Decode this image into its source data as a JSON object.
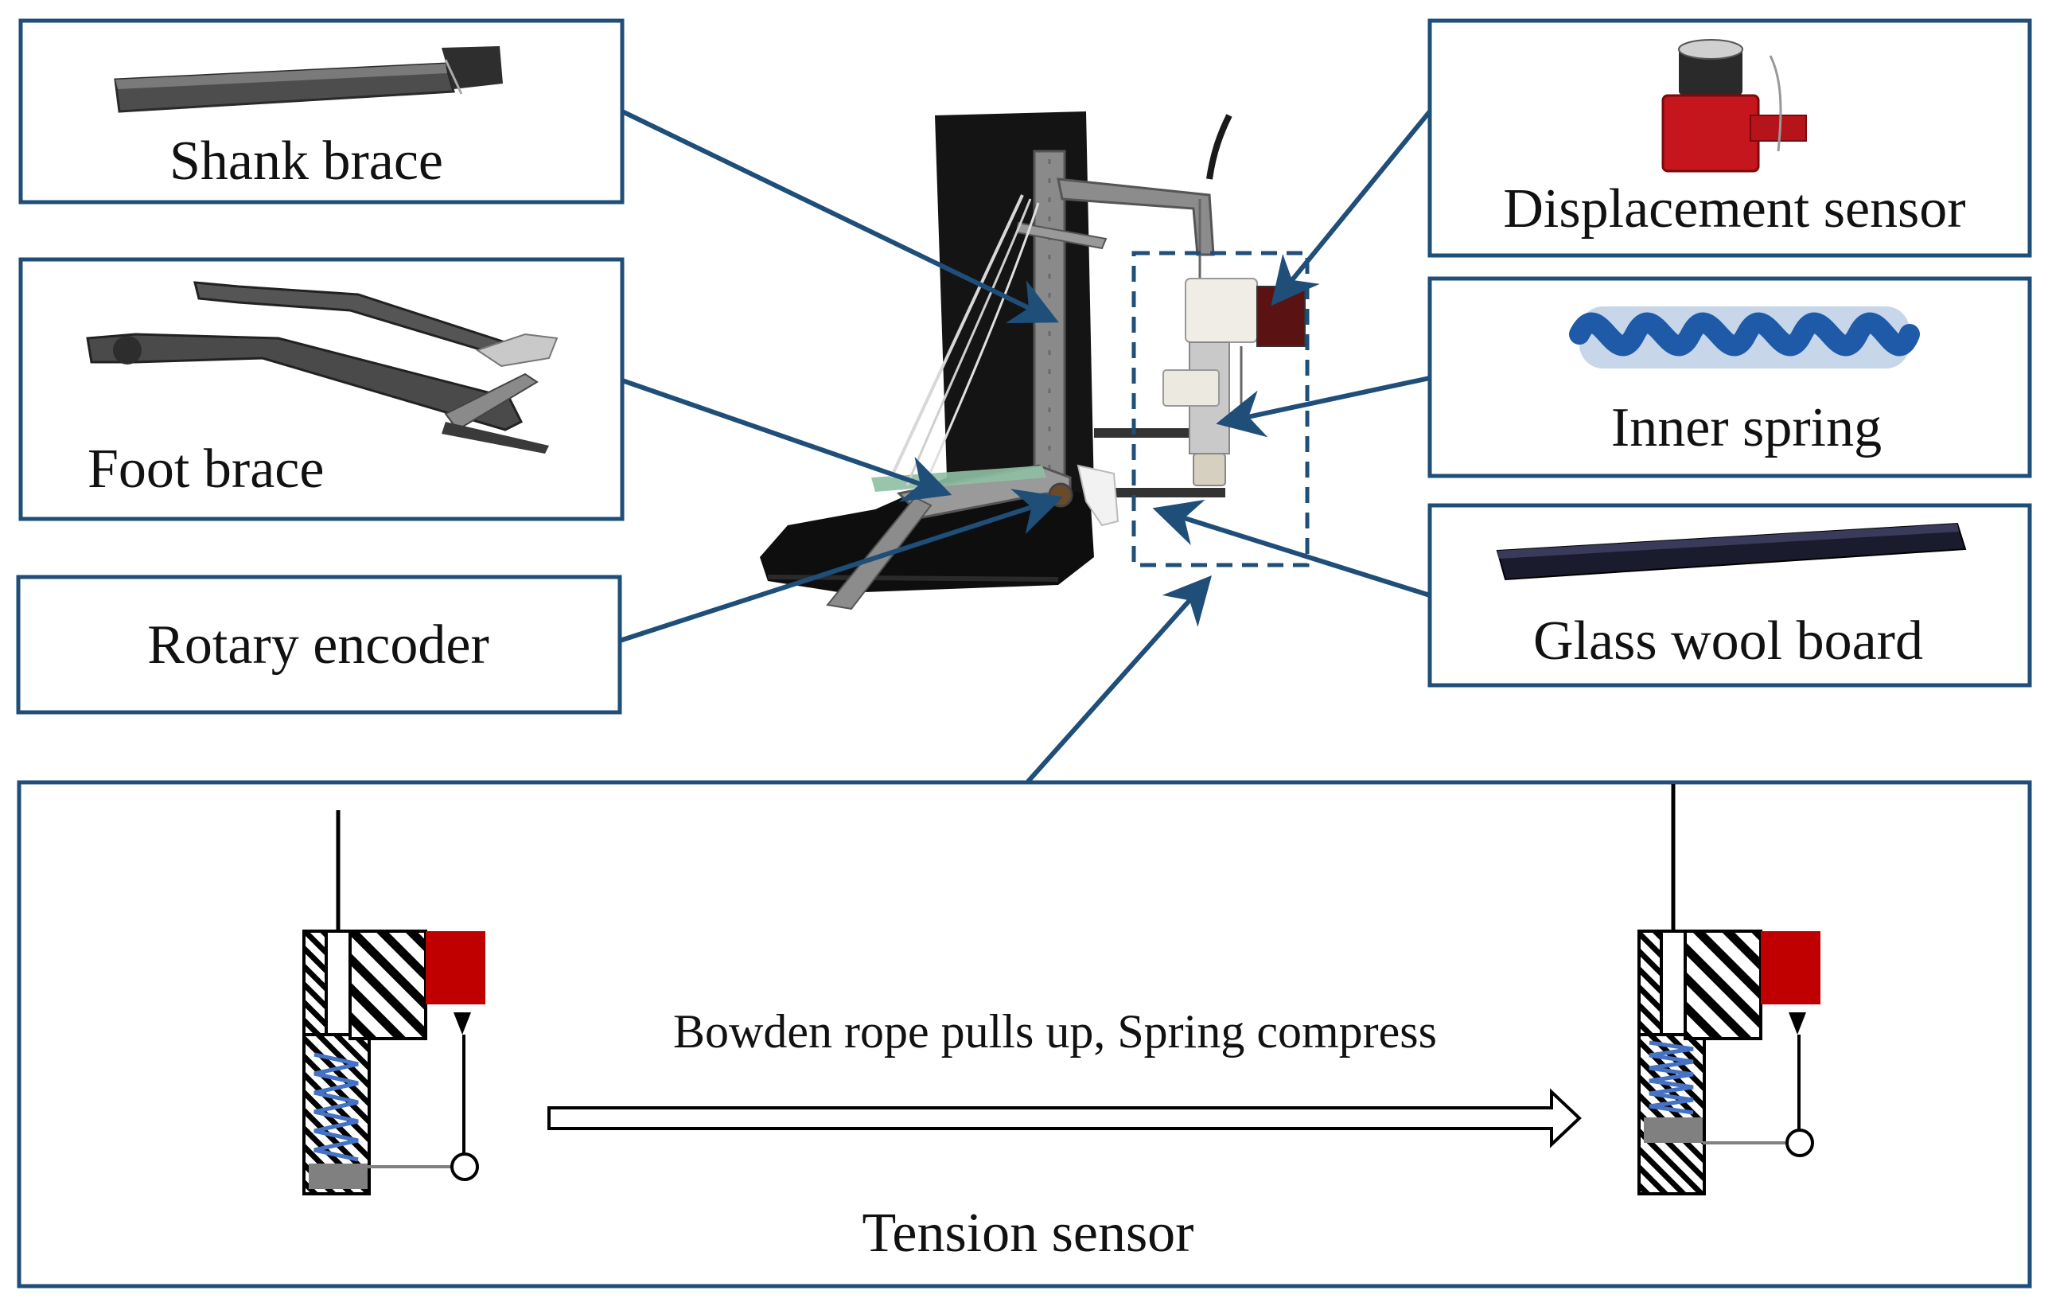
{
  "colors": {
    "frame": "#1f4e79",
    "arrow": "#1f4e79",
    "sensor_red": "#c00000",
    "spring_blue": "#4472c4",
    "block_gray": "#808080",
    "ink": "#000000"
  },
  "labels": {
    "shank_brace": "Shank brace",
    "foot_brace": "Foot brace",
    "rotary_encoder": "Rotary encoder",
    "displacement_sensor": "Displacement sensor",
    "inner_spring": "Inner spring",
    "glass_wool_board": "Glass wool board",
    "bowden_caption": "Bowden rope pulls up, Spring compress",
    "tension_sensor": "Tension sensor"
  },
  "icons": [
    "shank-brace-photo",
    "foot-brace-photo",
    "displacement-sensor-photo",
    "inner-spring-photo",
    "glass-wool-board-photo",
    "boot-exoskeleton-photo",
    "tension-sensor-schematic"
  ]
}
